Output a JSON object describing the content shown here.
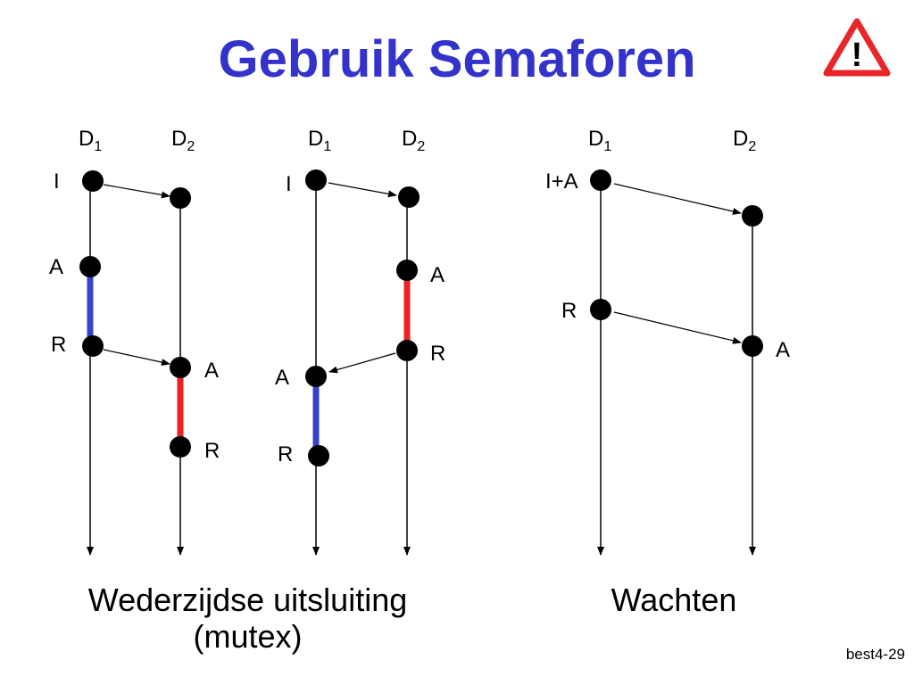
{
  "title": "Gebruik Semaforen",
  "slide_id": "best4-29",
  "warning_icon": {
    "mark": "!",
    "border_color": "#e8262a"
  },
  "colors": {
    "title": "#3333cc",
    "critical_d1": "#3344cc",
    "critical_d2": "#ee2222"
  },
  "process_labels": {
    "d1": "D",
    "d1_sub": "1",
    "d2": "D",
    "d2_sub": "2"
  },
  "captions": {
    "mutex_line1": "Wederzijdse uitsluiting",
    "mutex_line2": "(mutex)",
    "wait": "Wachten"
  },
  "diagrams": [
    {
      "events": [
        "I",
        "A",
        "R",
        "A",
        "R"
      ],
      "critical": [
        "D1",
        "D2"
      ]
    },
    {
      "events": [
        "I",
        "A",
        "R",
        "A",
        "R"
      ],
      "critical": [
        "D2",
        "D1"
      ]
    },
    {
      "events": [
        "I+A",
        "R",
        "A"
      ],
      "critical": []
    }
  ]
}
